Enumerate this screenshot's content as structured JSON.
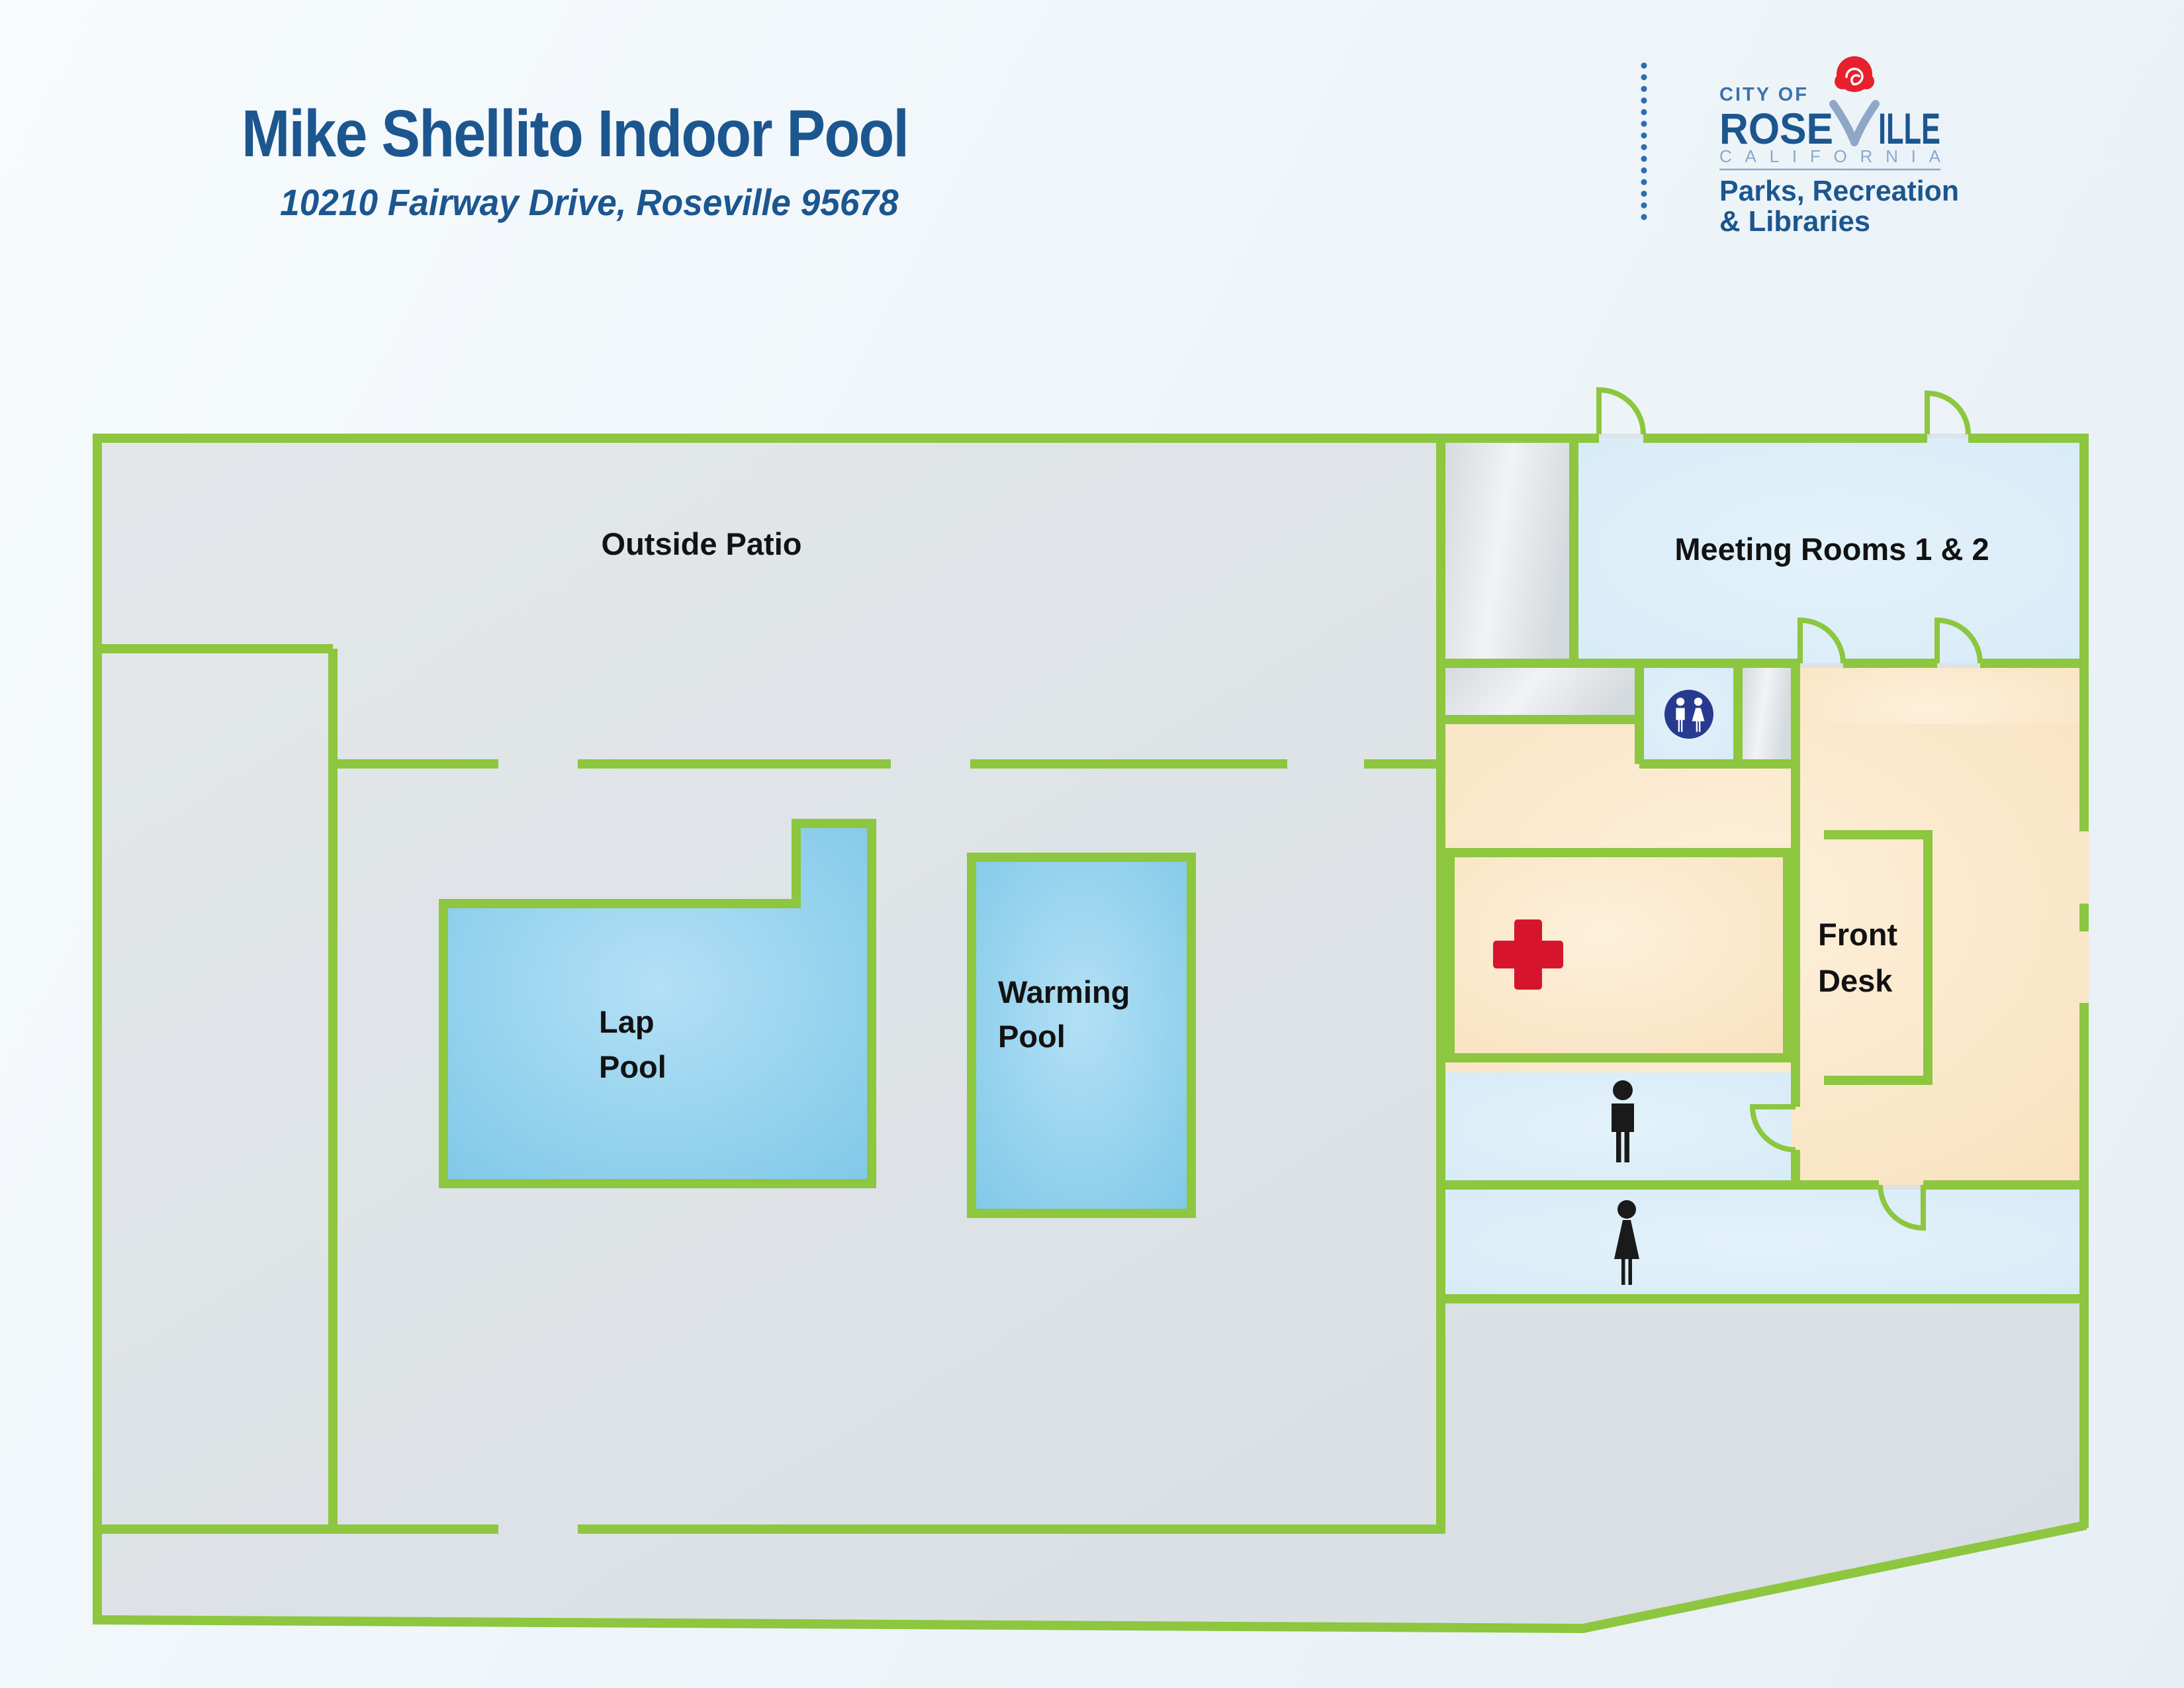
{
  "header": {
    "title": "Mike Shellito Indoor Pool",
    "subtitle": "10210 Fairway Drive, Roseville 95678"
  },
  "logo": {
    "city_of": "CITY OF",
    "name": "ROSEVILLE",
    "name_part1": "ROSE",
    "name_part2": "ILLE",
    "state": "CALIFORNIA",
    "dept_line1": "Parks, Recreation",
    "dept_line2": "& Libraries"
  },
  "plan": {
    "labels": {
      "outside_patio": "Outside Patio",
      "meeting_rooms": "Meeting Rooms 1 & 2",
      "lap_pool_line1": "Lap",
      "lap_pool_line2": "Pool",
      "warming_pool_line1": "Warming",
      "warming_pool_line2": "Pool",
      "front_desk_line1": "Front",
      "front_desk_line2": "Desk"
    },
    "icons": {
      "family_restroom": "family-restroom-icon",
      "mens_restroom": "mens-restroom-icon",
      "womens_restroom": "womens-restroom-icon",
      "first_aid": "first-aid-cross-icon",
      "doors": "door-swing-arc-icon",
      "rose": "rose-icon"
    }
  },
  "colors": {
    "wall_green": "#8dc63f",
    "pool_blue": "#7cc6e8",
    "room_light_blue": "#ddeef8",
    "lobby_tan": "#fae5c6",
    "patio_gray": "#dfe3e7",
    "first_aid_red": "#d6152c",
    "restroom_sign_navy": "#283a90",
    "brand_blue": "#1c568f",
    "brand_light_blue": "#8ba7ce"
  }
}
